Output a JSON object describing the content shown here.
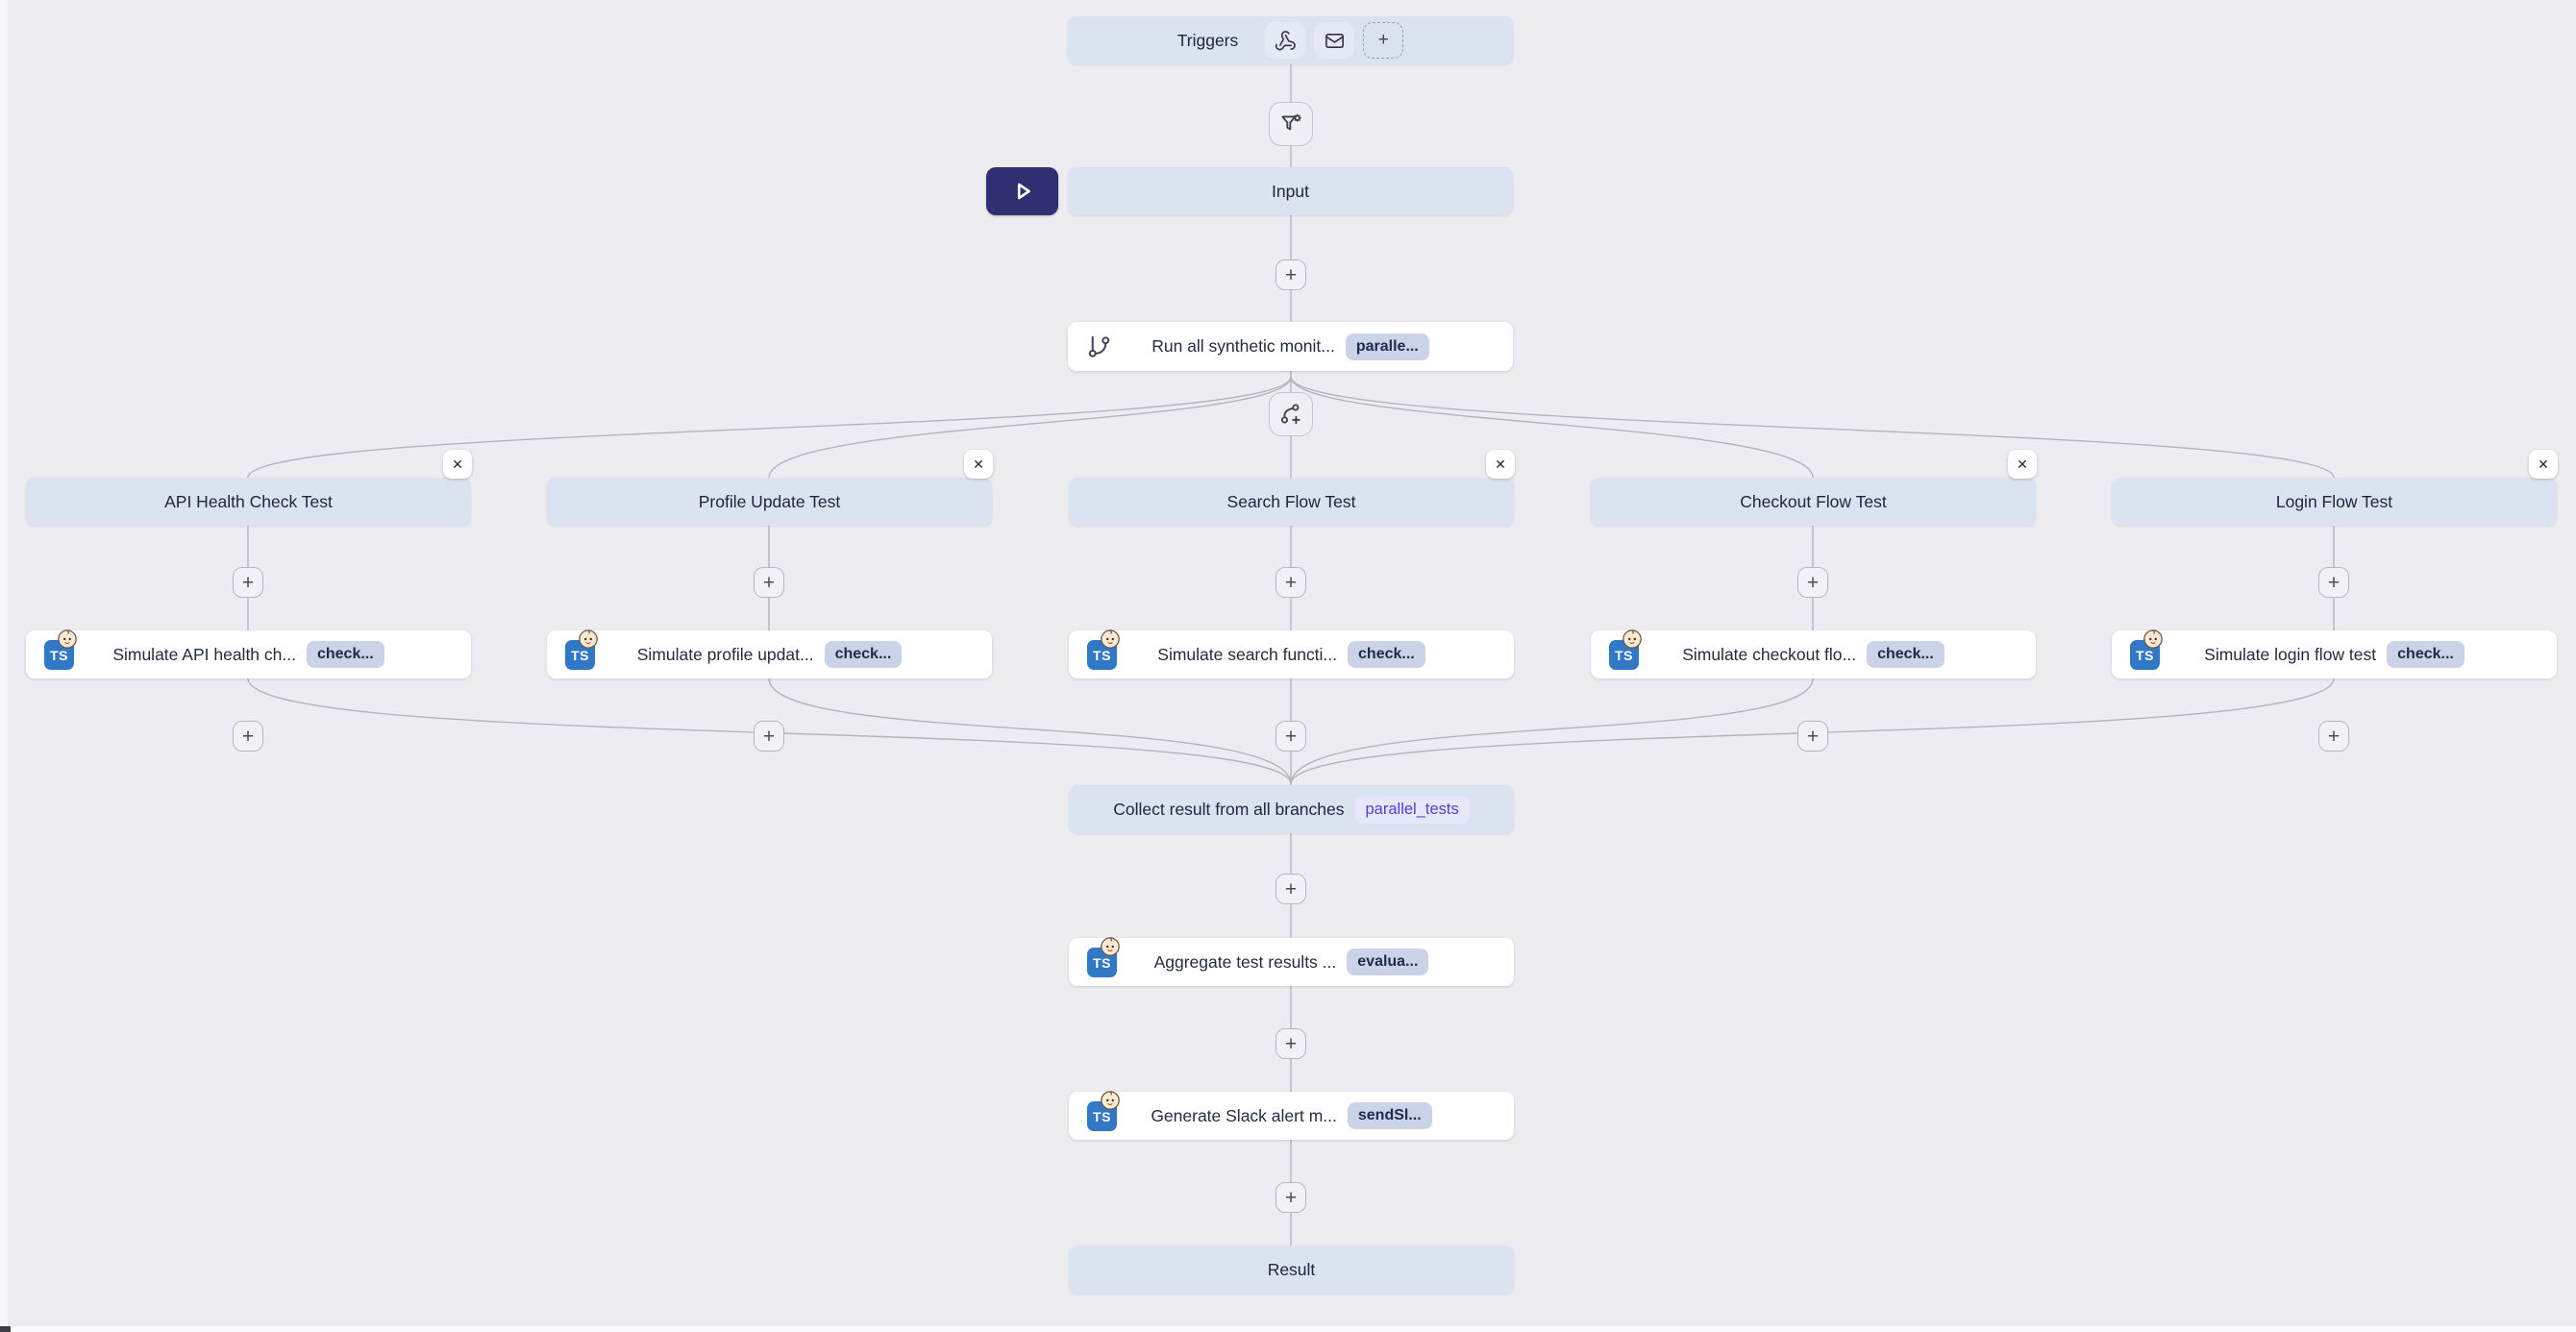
{
  "glyphs": {
    "plus": "+",
    "close": "✕"
  },
  "colors": {
    "canvas_bg": "#ededf1",
    "header_node_bg": "#dbe2f0",
    "white_node_bg": "#ffffff",
    "badge_bg": "#cbd3e9",
    "badge_text": "#1e2b4a",
    "ref_badge_bg": "#e7e7fc",
    "ref_badge_text": "#4a43d1",
    "play_button_bg": "#322e72",
    "ts_logo_blue": "#3178c6",
    "edge_line": "#b4b4bd"
  },
  "triggers": {
    "label": "Triggers"
  },
  "input": {
    "label": "Input"
  },
  "parallel_step": {
    "label": "Run all synthetic monit...",
    "badge": "paralle..."
  },
  "branches": [
    {
      "title": "API Health Check Test",
      "step": {
        "label": "Simulate API health ch...",
        "badge": "check..."
      }
    },
    {
      "title": "Profile Update Test",
      "step": {
        "label": "Simulate profile updat...",
        "badge": "check..."
      }
    },
    {
      "title": "Search Flow Test",
      "step": {
        "label": "Simulate search functi...",
        "badge": "check..."
      }
    },
    {
      "title": "Checkout Flow Test",
      "step": {
        "label": "Simulate checkout flo...",
        "badge": "check..."
      }
    },
    {
      "title": "Login Flow Test",
      "step": {
        "label": "Simulate login flow test",
        "badge": "check..."
      }
    }
  ],
  "collect": {
    "label": "Collect result from all branches",
    "badge": "parallel_tests"
  },
  "aggregate": {
    "label": "Aggregate test results ...",
    "badge": "evalua..."
  },
  "slack": {
    "label": "Generate Slack alert m...",
    "badge": "sendSl..."
  },
  "result": {
    "label": "Result"
  }
}
